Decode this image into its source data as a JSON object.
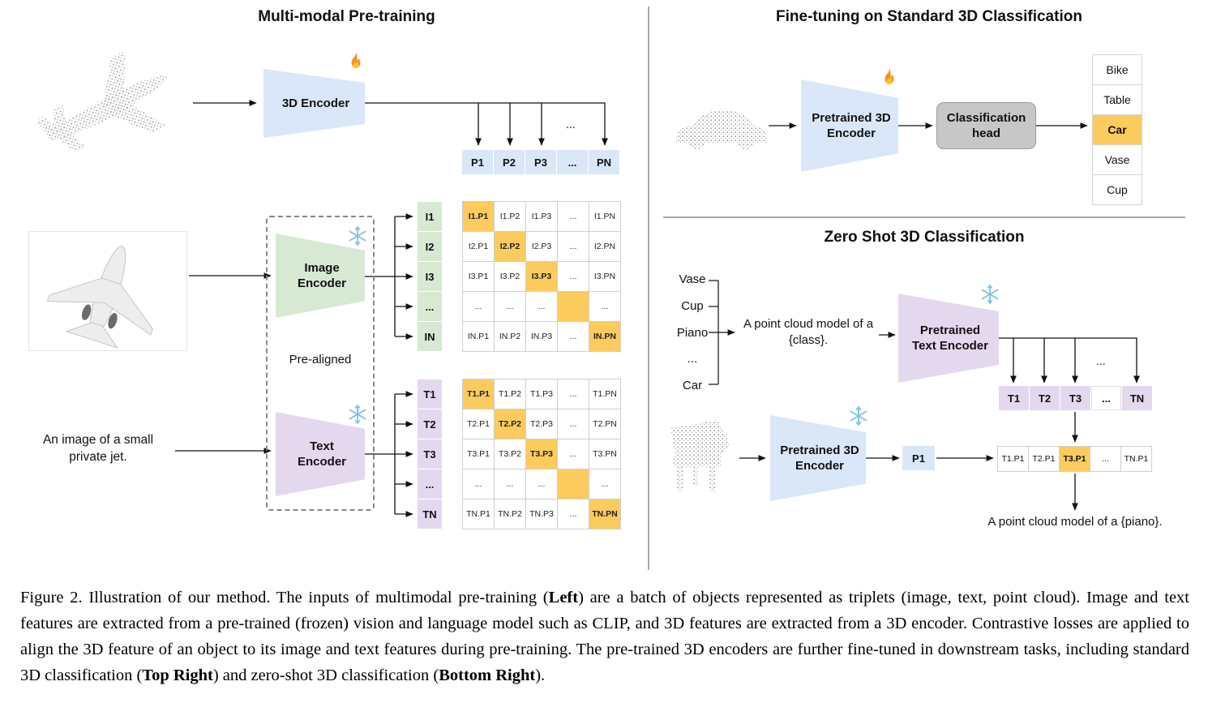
{
  "colors": {
    "encoder_blue": "#d9e7f8",
    "encoder_green": "#d7e9d3",
    "encoder_purple": "#e4d8ee",
    "highlight_orange": "#fccb5e",
    "head_gray": "#c7c7c7"
  },
  "icons": {
    "trainable": "fire-icon",
    "frozen": "snowflake-icon"
  },
  "left": {
    "title": "Multi-modal Pre-training",
    "encoder_3d_label": "3D Encoder",
    "image_encoder_label": "Image Encoder",
    "text_encoder_label": "Text Encoder",
    "prealigned": "Pre-aligned",
    "image_text": "An image of a small private jet.",
    "dots": "...",
    "p_header": [
      "P1",
      "P2",
      "P3",
      "...",
      "PN"
    ],
    "i_labels": [
      "I1",
      "I2",
      "I3",
      "...",
      "IN"
    ],
    "i_matrix": [
      [
        "I1.P1",
        "I1.P2",
        "I1.P3",
        "...",
        "I1.PN"
      ],
      [
        "I2.P1",
        "I2.P2",
        "I2.P3",
        "...",
        "I2.PN"
      ],
      [
        "I3.P1",
        "I3.P2",
        "I3.P3",
        "...",
        "I3.PN"
      ],
      [
        "...",
        "...",
        "...",
        "",
        "..."
      ],
      [
        "IN.P1",
        "IN.P2",
        "IN.P3",
        "...",
        "IN.PN"
      ]
    ],
    "t_labels": [
      "T1",
      "T2",
      "T3",
      "...",
      "TN"
    ],
    "t_matrix": [
      [
        "T1.P1",
        "T1.P2",
        "T1.P3",
        "...",
        "T1.PN"
      ],
      [
        "T2.P1",
        "T2.P2",
        "T2.P3",
        "...",
        "T2.PN"
      ],
      [
        "T3.P1",
        "T3.P2",
        "T3.P3",
        "...",
        "T3.PN"
      ],
      [
        "...",
        "...",
        "...",
        "",
        "..."
      ],
      [
        "TN.P1",
        "TN.P2",
        "TN.P3",
        "...",
        "TN.PN"
      ]
    ]
  },
  "finetune": {
    "title": "Fine-tuning on Standard 3D Classification",
    "encoder_label": "Pretrained 3D Encoder",
    "head_label": "Classification head",
    "classes": [
      "Bike",
      "Table",
      "Car",
      "Vase",
      "Cup"
    ],
    "predicted_class": "Car"
  },
  "zeroshot": {
    "title": "Zero Shot 3D Classification",
    "candidates": [
      "Vase",
      "Cup",
      "Piano",
      "...",
      "Car"
    ],
    "prompt": "A point cloud model of a {class}.",
    "text_encoder_label": "Pretrained Text Encoder",
    "encoder_label": "Pretrained 3D Encoder",
    "t_header": [
      "T1",
      "T2",
      "T3",
      "...",
      "TN"
    ],
    "dots": "...",
    "p1": "P1",
    "products": [
      "T1.P1",
      "T2.P1",
      "T3.P1",
      "...",
      "TN.P1"
    ],
    "result": "A point cloud model of a {piano}."
  },
  "caption": {
    "segments": [
      {
        "text": "Figure 2. Illustration of our method. The inputs of multimodal pre-training (",
        "bold": false
      },
      {
        "text": "Left",
        "bold": true
      },
      {
        "text": ") are a batch of objects represented as triplets (image, text, point cloud). Image and text features are extracted from a pre-trained (frozen) vision and language model such as CLIP, and 3D features are extracted from a 3D encoder. Contrastive losses are applied to align the 3D feature of an object to its image and text features during pre-training. The pre-trained 3D encoders are further fine-tuned in downstream tasks, including standard 3D classification (",
        "bold": false
      },
      {
        "text": "Top Right",
        "bold": true
      },
      {
        "text": ") and zero-shot 3D classification (",
        "bold": false
      },
      {
        "text": "Bottom Right",
        "bold": true
      },
      {
        "text": ").",
        "bold": false
      }
    ]
  }
}
